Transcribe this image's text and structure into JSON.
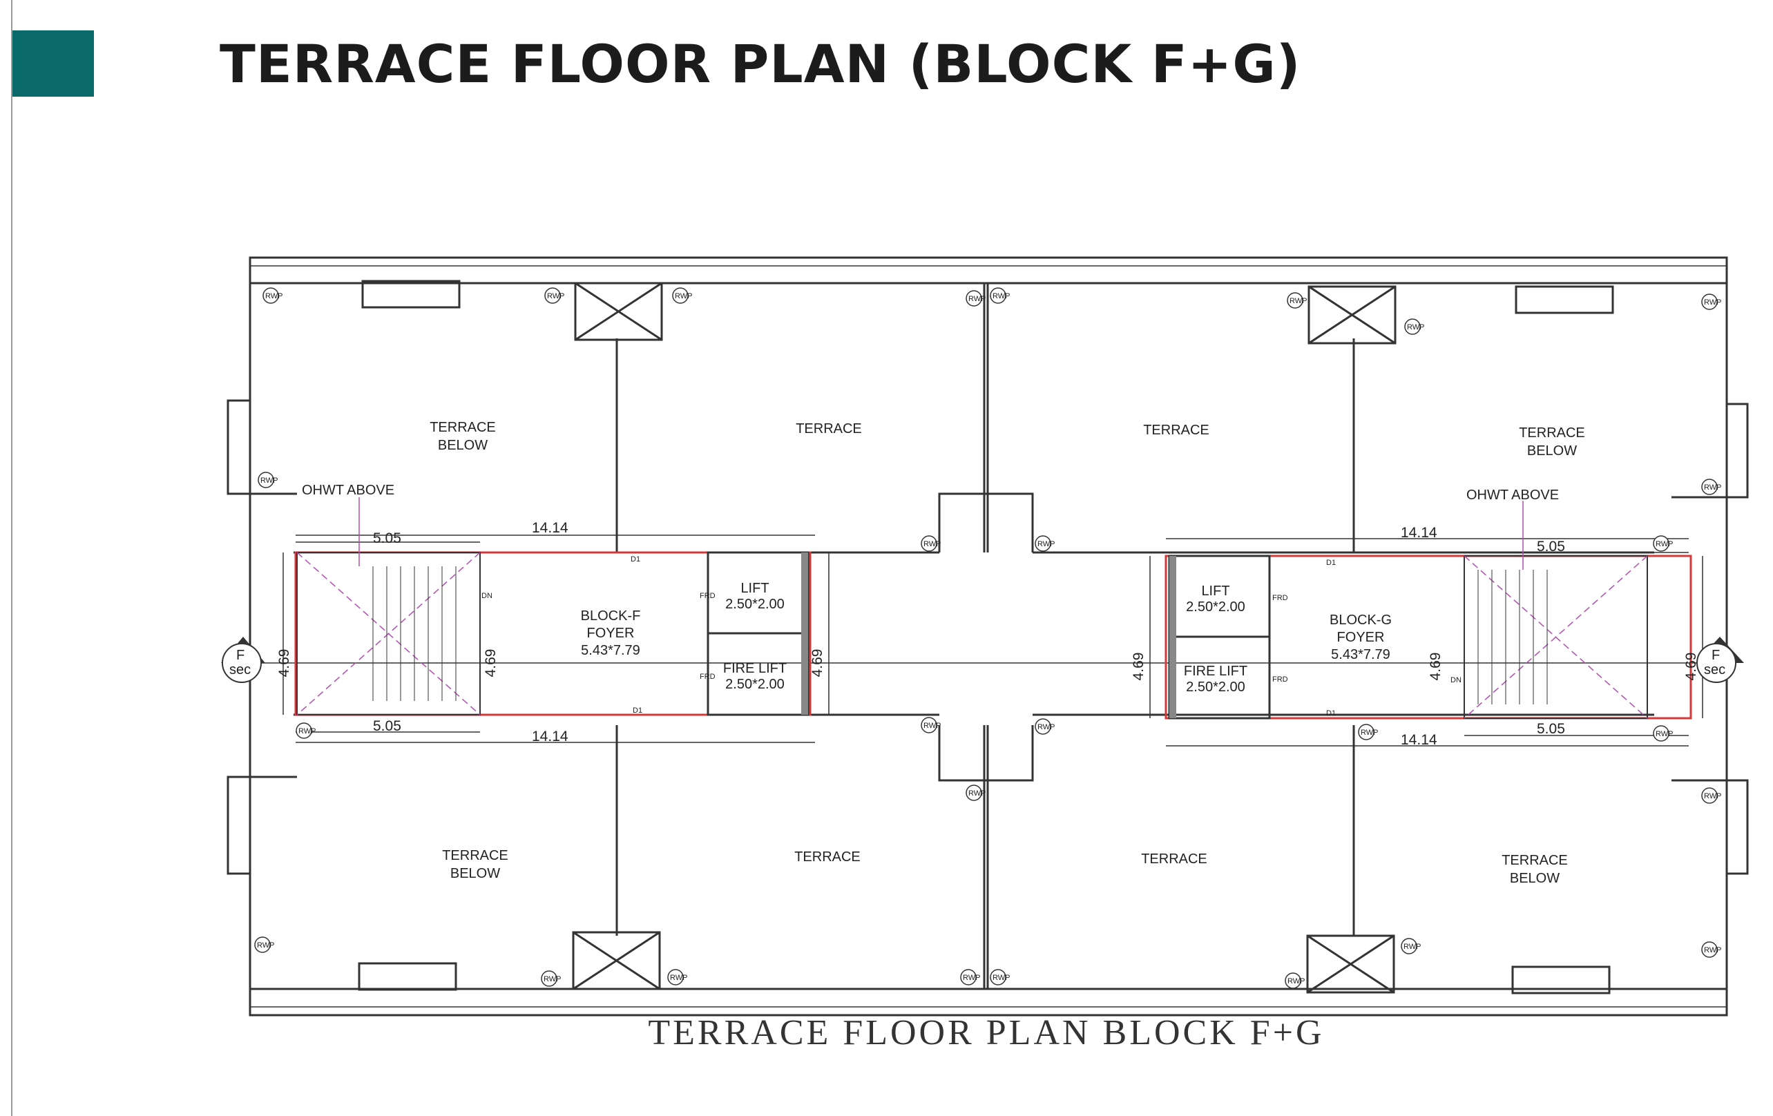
{
  "page": {
    "title": "TERRACE FLOOR PLAN (BLOCK F+G)",
    "accent_color": "#0b6b6a"
  },
  "plan": {
    "caption": "TERRACE FLOOR PLAN BLOCK F+G",
    "rooms": {
      "terrace": "TERRACE",
      "terrace_below_1": "TERRACE",
      "terrace_below_2": "BELOW",
      "ohwt_above": "OHWT ABOVE"
    },
    "block_f": {
      "foyer_1": "BLOCK-F",
      "foyer_2": "FOYER",
      "foyer_dim": "5.43*7.79",
      "lift": "LIFT",
      "lift_dim": "2.50*2.00",
      "fire_lift": "FIRE LIFT",
      "fire_lift_dim": "2.50*2.00"
    },
    "block_g": {
      "foyer_1": "BLOCK-G",
      "foyer_2": "FOYER",
      "foyer_dim": "5.43*7.79",
      "lift": "LIFT",
      "lift_dim": "2.50*2.00",
      "fire_lift": "FIRE LIFT",
      "fire_lift_dim": "2.50*2.00"
    },
    "dimensions": {
      "stair_width": "5.05",
      "corridor_length": "14.14",
      "depth": "4.69"
    },
    "tags": {
      "rwp": "RWP",
      "frd": "FRD",
      "dn": "DN",
      "d1": "D1",
      "section_letter": "F",
      "section_word": "sec"
    },
    "colors": {
      "wall": "#333333",
      "core_outline": "#d23a3a",
      "marker": "#b04fb0"
    }
  }
}
